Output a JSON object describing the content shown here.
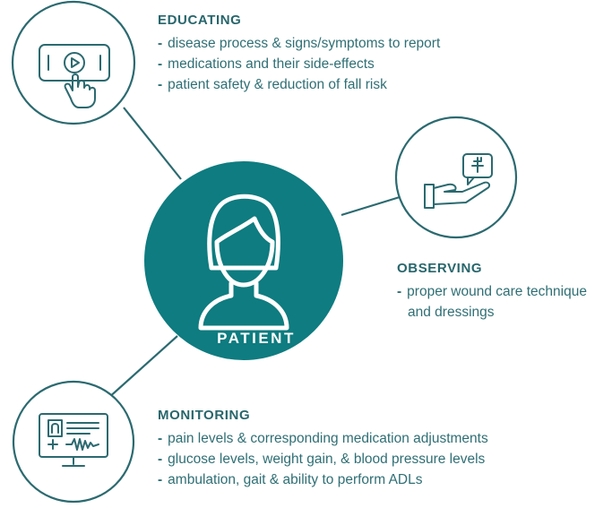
{
  "colors": {
    "teal": "#0e7c80",
    "line": "#2b6a70",
    "text": "#2f6f75"
  },
  "center": {
    "label": "PATIENT",
    "icon": "woman-avatar-icon"
  },
  "educating": {
    "icon": "tablet-play-touch-icon",
    "heading": "EDUCATING",
    "items": [
      "disease process & signs/symptoms to report",
      "medications and their side-effects",
      "patient safety & reduction of fall risk"
    ]
  },
  "observing": {
    "icon": "hand-medical-box-icon",
    "heading": "OBSERVING",
    "items": [
      "proper wound care technique and dressings"
    ]
  },
  "monitoring": {
    "icon": "monitor-vitals-icon",
    "heading": "MONITORING",
    "items": [
      "pain levels & corresponding medication adjustments",
      "glucose levels, weight gain, & blood pressure levels",
      "ambulation, gait & ability to perform ADLs"
    ]
  },
  "bullet": "-"
}
